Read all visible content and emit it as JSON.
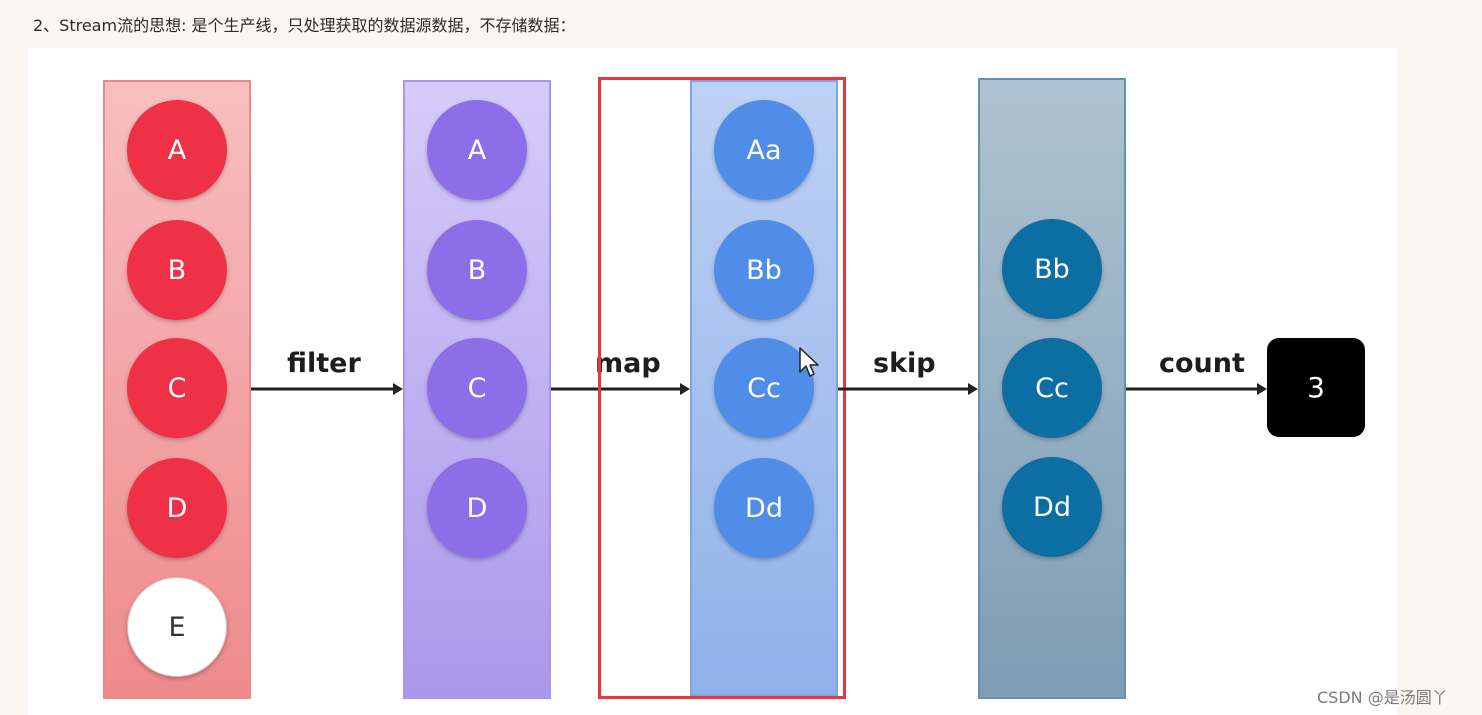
{
  "caption": "2、Stream流的思想: 是个生产线，只处理获取的数据源数据，不存储数据：",
  "diagram": {
    "columns": [
      {
        "nodes": [
          "A",
          "B",
          "C",
          "D",
          "E"
        ]
      },
      {
        "nodes": [
          "A",
          "B",
          "C",
          "D"
        ]
      },
      {
        "nodes": [
          "Aa",
          "Bb",
          "Cc",
          "Dd"
        ]
      },
      {
        "nodes": [
          "Bb",
          "Cc",
          "Dd"
        ]
      }
    ],
    "operations": [
      "filter",
      "map",
      "skip",
      "count"
    ],
    "result": "3"
  },
  "watermark": "CSDN @是汤圆丫",
  "colors": {
    "red": "#ee3146",
    "purple": "#8c6ee8",
    "blue": "#4f8de8",
    "teal": "#0d6ea3",
    "highlight": "#e8383f",
    "result_bg": "#000000"
  }
}
